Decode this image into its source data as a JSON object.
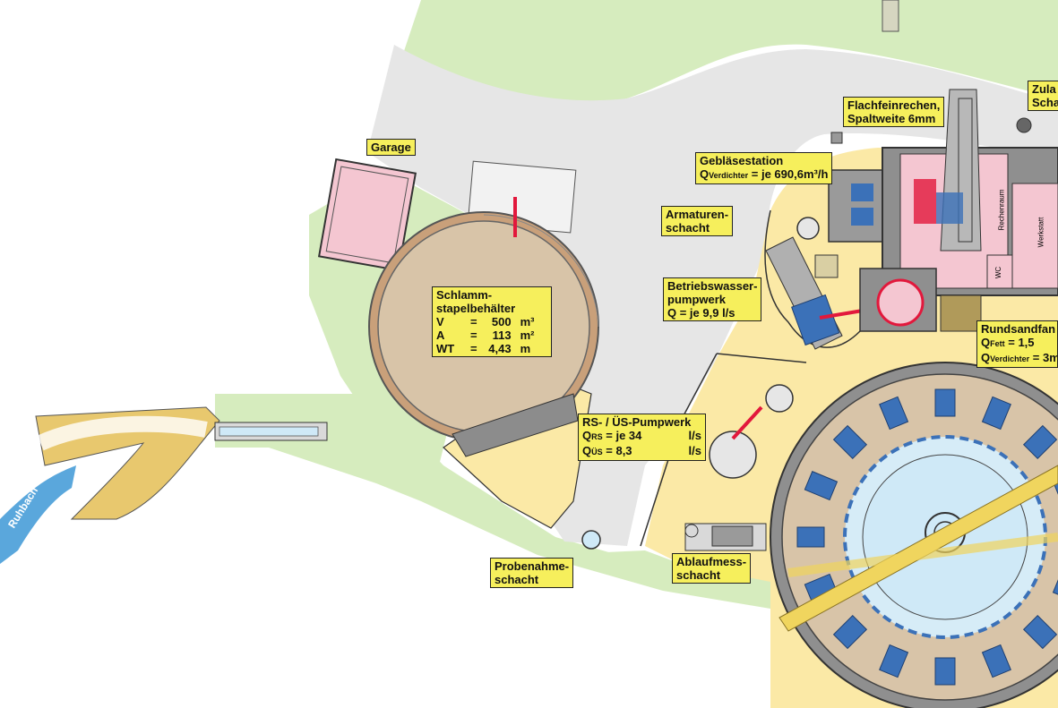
{
  "labels": {
    "garage": "Garage",
    "armaturen_line1": "Armaturen-",
    "armaturen_line2": "schacht",
    "flachfeinrechen_line1": "Flachfeinrechen,",
    "flachfeinrechen_line2": "Spaltweite 6mm",
    "zulauf_line1": "Zula",
    "zulauf_line2": "Scha",
    "geblaese_title": "Gebläsestation",
    "geblaese_q": "Q",
    "geblaese_q_sub": "Verdichter",
    "geblaese_value": " = je 690,6m³/h",
    "betriebswasser_line1": "Betriebswasser-",
    "betriebswasser_line2": "pumpwerk",
    "betriebswasser_line3": "Q = je 9,9 l/s",
    "rundsand_title": "Rundsandfan",
    "rundsand_q1": "Q",
    "rundsand_q1_sub": "Fett",
    "rundsand_q1_val": " = 1,5",
    "rundsand_q2": "Q",
    "rundsand_q2_sub": "Verdichter",
    "rundsand_q2_val": " = 3m",
    "schlamm_line1": "Schlamm-",
    "schlamm_line2": "stapelbehälter",
    "schlamm_rows": [
      {
        "key": "V",
        "eq": "=",
        "val": "500",
        "unit": "m³"
      },
      {
        "key": "A",
        "eq": "=",
        "val": "113",
        "unit": "m²"
      },
      {
        "key": "WT",
        "eq": "=",
        "val": "4,43",
        "unit": "m"
      }
    ],
    "rs_title": "RS- / ÜS-Pumpwerk",
    "rs_rows": [
      {
        "key": "Q",
        "sub": "RS",
        "eq": "= je 34",
        "unit": "l/s"
      },
      {
        "key": "Q",
        "sub": "ÜS",
        "eq": "= 8,3",
        "unit": "l/s"
      }
    ],
    "probenahme_line1": "Probenahme-",
    "probenahme_line2": "schacht",
    "ablauf_line1": "Ablaufmess-",
    "ablauf_line2": "schacht",
    "ruhbach": "Ruhbach",
    "rechenraum": "Rechenraum",
    "werkstatt": "Werkstatt",
    "wc": "WC"
  },
  "colors": {
    "grass": "#d6ecbe",
    "grass_dark": "#c2e0a4",
    "paving": "#e6e6e6",
    "yellow_area": "#fbe9a6",
    "label_bg": "#f6ef5c",
    "building_pink": "#f4c6d1",
    "tank_brown": "#d8c4a8",
    "water_blue": "#cfe9f7",
    "river_blue": "#5aa7dc",
    "equipment_blue": "#3b71b8",
    "pipe_red": "#e2183c"
  }
}
